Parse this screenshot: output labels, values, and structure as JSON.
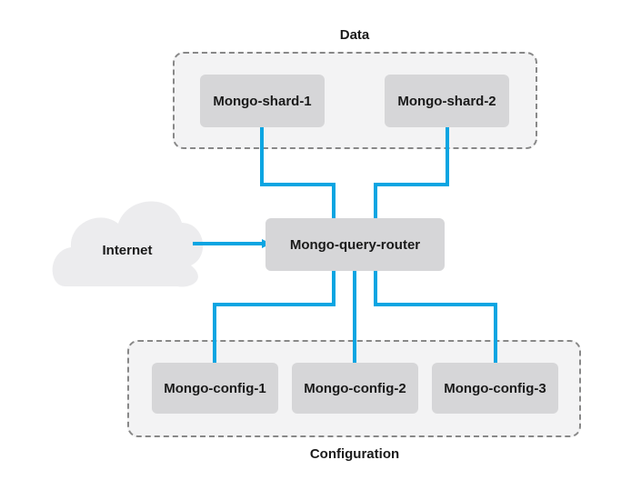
{
  "groups": {
    "data": {
      "title": "Data"
    },
    "configuration": {
      "title": "Configuration"
    }
  },
  "nodes": {
    "shard_1": "Mongo-shard-1",
    "shard_2": "Mongo-shard-2",
    "router": "Mongo-query-router",
    "config_1": "Mongo-config-1",
    "config_2": "Mongo-config-2",
    "config_3": "Mongo-config-3"
  },
  "internet": {
    "label": "Internet"
  },
  "colors": {
    "connector": "#0aa5e2",
    "node_fill": "#d6d6d8",
    "group_fill": "#f3f3f4",
    "group_border": "#888888",
    "cloud_fill": "#ececee"
  }
}
